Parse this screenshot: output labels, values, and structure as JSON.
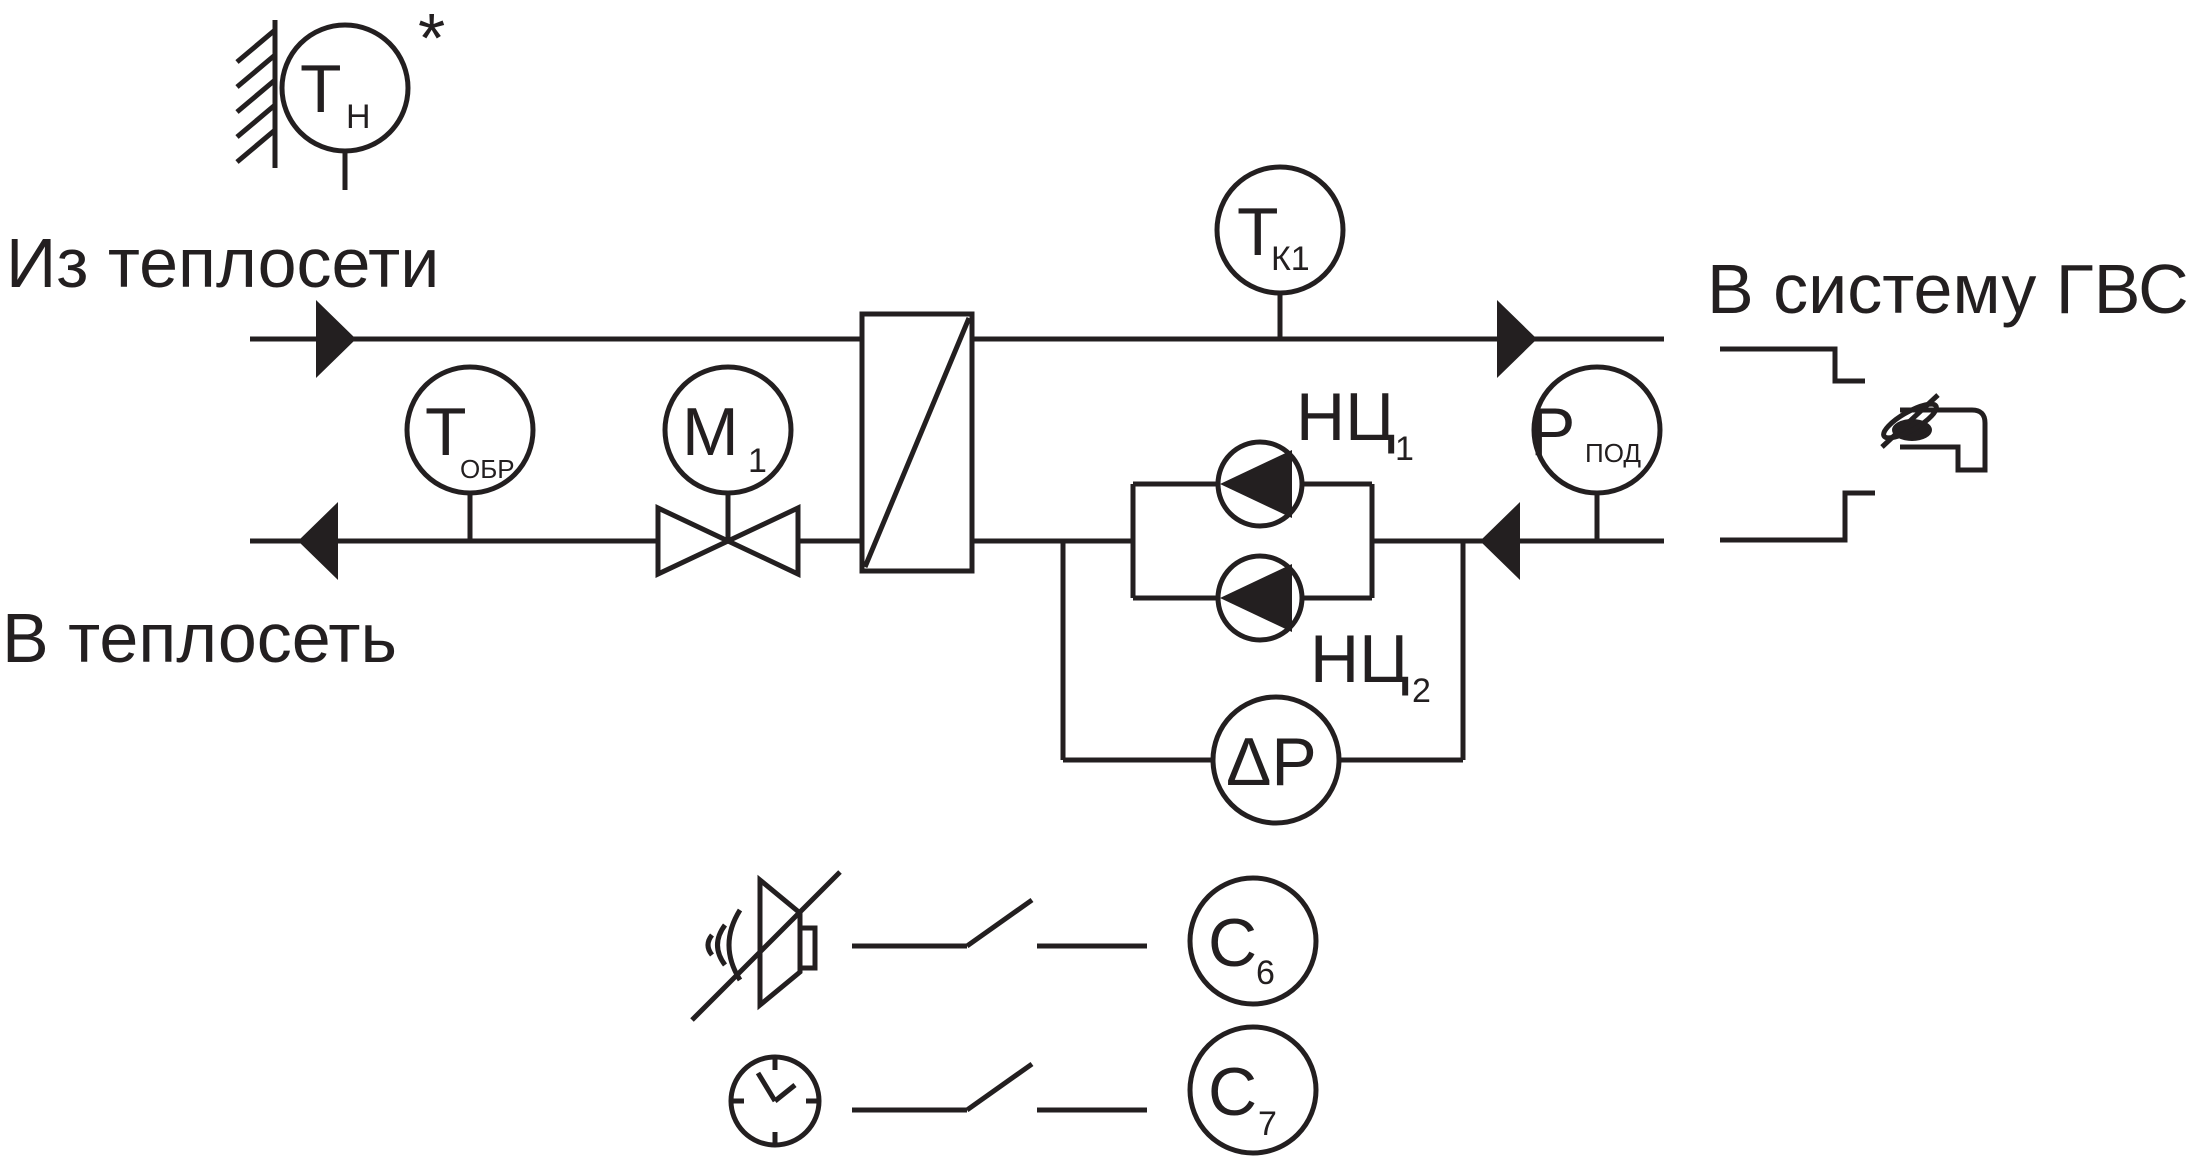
{
  "labels": {
    "from_heat_network": "Из теплосети",
    "to_heat_network": "В теплосеть",
    "to_dhw_system": "В систему ГВС"
  },
  "sensors": {
    "outdoor": {
      "symbol": "T",
      "sub": "Н",
      "note": "*"
    },
    "return": {
      "symbol": "T",
      "sub": "ОБР"
    },
    "supply_dhw": {
      "symbol": "T",
      "sub": "К1"
    },
    "pressure_supply": {
      "symbol": "P",
      "sub": "ПОД"
    },
    "diff_pressure": {
      "symbol": "ΔP"
    }
  },
  "actuators": {
    "valve": {
      "symbol": "M",
      "sub": "1"
    }
  },
  "pumps": {
    "pump1": {
      "symbol": "НЦ",
      "sub": "1"
    },
    "pump2": {
      "symbol": "НЦ",
      "sub": "2"
    }
  },
  "contacts": {
    "c6": {
      "symbol": "C",
      "sub": "6"
    },
    "c7": {
      "symbol": "C",
      "sub": "7"
    }
  },
  "colors": {
    "line": "#231f20",
    "background": "#ffffff"
  }
}
